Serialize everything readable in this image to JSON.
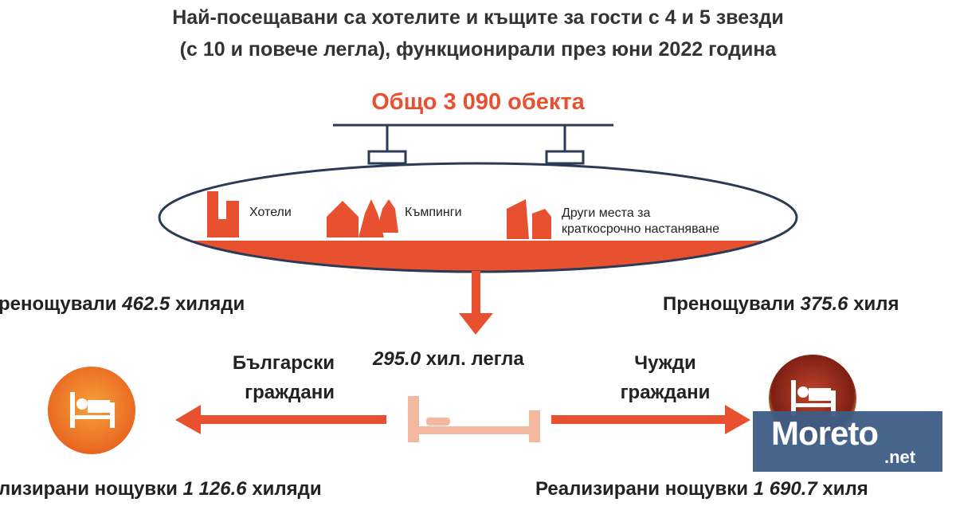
{
  "title": {
    "line1": "Най-посещавани са хотелите и къщите за гости с 4 и 5 звезди",
    "line2": "(с 10 и повече легла), функционирали през юни 2022 година"
  },
  "total": "Общо 3 090 обекта",
  "categories": [
    {
      "label": "Хотели",
      "icon": "hotel-icon"
    },
    {
      "label": "Къмпинги",
      "icon": "camping-icon"
    },
    {
      "label_line1": "Други места за",
      "label_line2": "краткосрочно настаняване",
      "icon": "buildings-icon"
    }
  ],
  "beds": {
    "value": "295.0",
    "unit": "хил. легла"
  },
  "bulgarian": {
    "label_line1": "Български",
    "label_line2": "граждани",
    "overnight_prefix": "ренощували",
    "overnight_value": "462.5",
    "overnight_suffix": "хиляди",
    "nights_prefix": "лизирани нощувки",
    "nights_value": "1 126.6",
    "nights_suffix": "хиляди"
  },
  "foreign": {
    "label_line1": "Чужди",
    "label_line2": "граждани",
    "overnight_prefix": "Пренощували",
    "overnight_value": "375.6",
    "overnight_suffix": "хиля",
    "nights_prefix": "Реализирани нощувки",
    "nights_value": "1 690.7",
    "nights_suffix": "хиля"
  },
  "watermark": {
    "main": "Moreto",
    "sub": ".net"
  },
  "colors": {
    "accent": "#e8512f",
    "navy": "#2b3a55",
    "bed": "#f4b8a0",
    "watermark": "#3d5d86"
  }
}
